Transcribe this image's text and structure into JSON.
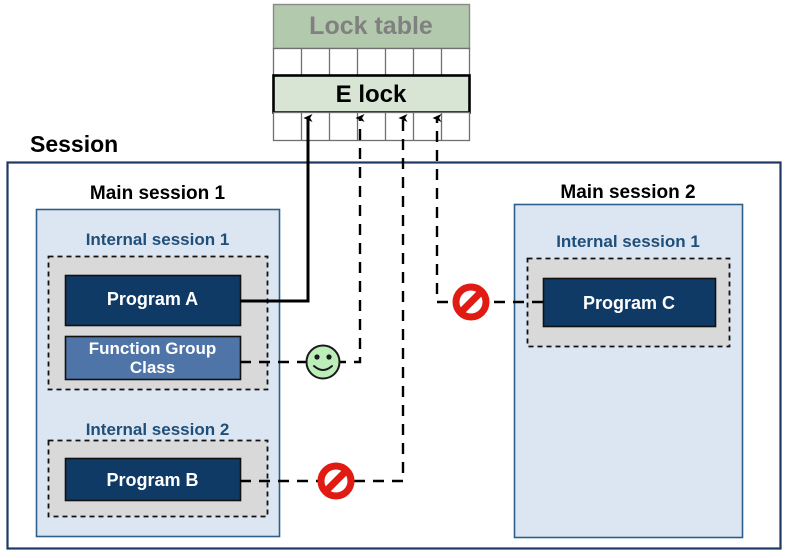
{
  "diagram": {
    "title_label": "Session",
    "lock_table": {
      "header_label": "Lock table",
      "lock_row_label": "E lock",
      "columns": 7,
      "header_fill": "#b3c9ae",
      "lock_fill": "#d8e4d4",
      "header_text_color": "#808080",
      "lock_text_color": "#000000"
    },
    "session": {
      "label": "Session",
      "border_color": "#1f3864",
      "main_sessions": [
        {
          "label": "Main session 1",
          "fill": "#dce6f2",
          "border": "#2e5f8a",
          "internal_sessions": [
            {
              "label": "Internal session 1",
              "label_color": "#1f4e79",
              "items": [
                {
                  "label": "Program A",
                  "type": "program",
                  "fill": "#103a66",
                  "text_color": "#ffffff"
                },
                {
                  "label": "Function Group\nClass",
                  "type": "function-group-class",
                  "fill": "#4f74a8",
                  "text_color": "#ffffff"
                }
              ]
            },
            {
              "label": "Internal session 2",
              "label_color": "#1f4e79",
              "items": [
                {
                  "label": "Program B",
                  "type": "program",
                  "fill": "#103a66",
                  "text_color": "#ffffff"
                }
              ]
            }
          ]
        },
        {
          "label": "Main session 2",
          "fill": "#dce6f2",
          "border": "#2e5f8a",
          "internal_sessions": [
            {
              "label": "Internal session 1",
              "label_color": "#1f4e79",
              "items": [
                {
                  "label": "Program C",
                  "type": "program",
                  "fill": "#103a66",
                  "text_color": "#ffffff"
                }
              ]
            }
          ]
        }
      ]
    },
    "status_markers": [
      {
        "name": "allowed-smiley",
        "kind": "smiley",
        "for": "Function Group Class",
        "color": "#bbeeb8",
        "outline": "#1a1a1a"
      },
      {
        "name": "blocked-program-b",
        "kind": "prohibited",
        "for": "Program B",
        "color": "#e01b14",
        "outline": "#1a1a1a"
      },
      {
        "name": "blocked-program-c",
        "kind": "prohibited",
        "for": "Program C",
        "color": "#e01b14",
        "outline": "#1a1a1a"
      }
    ],
    "connections": [
      {
        "from": "Program A",
        "to": "E lock",
        "style": "solid",
        "meaning": "holds lock"
      },
      {
        "from": "Function Group Class",
        "to": "E lock",
        "style": "dashed",
        "meaning": "allowed"
      },
      {
        "from": "Program B",
        "to": "E lock",
        "style": "dashed",
        "meaning": "blocked"
      },
      {
        "from": "Program C",
        "to": "E lock",
        "style": "dashed",
        "meaning": "blocked"
      }
    ]
  }
}
